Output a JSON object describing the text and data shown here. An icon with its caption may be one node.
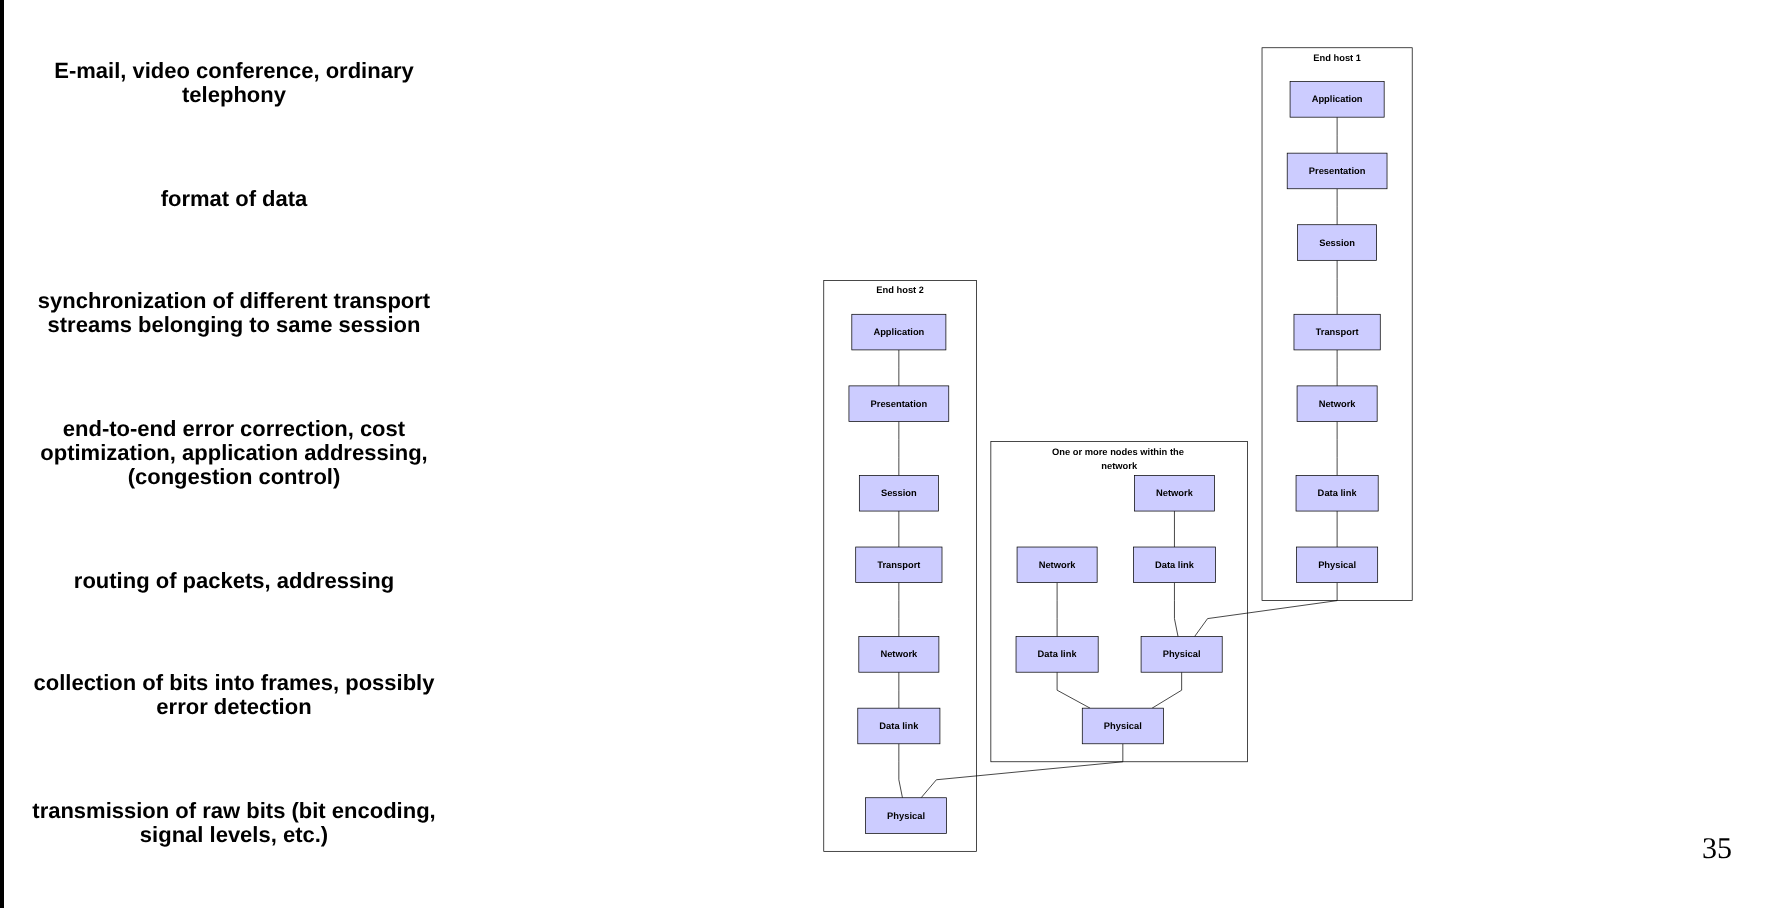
{
  "diagram": {
    "nodes": [
      {
        "text": [
          "End host 1"
        ]
      },
      {
        "text": [
          "Application"
        ],
        "in": 0
      },
      {
        "text": [
          "Presentation"
        ],
        "in": 0
      },
      {
        "text": [
          "Session"
        ],
        "in": 0
      },
      {
        "text": [
          "Transport"
        ],
        "in": 0
      },
      {
        "text": [
          "Network"
        ],
        "in": 0
      },
      {
        "text": [
          "Data link"
        ],
        "in": 0
      },
      {
        "text": [
          "Physical"
        ],
        "in": 0
      },
      {
        "text": [
          "One or more nodes within the network"
        ]
      },
      {
        "text": [
          "Network"
        ],
        "in": 8
      },
      {
        "text": [
          "Network"
        ],
        "in": 8
      },
      {
        "text": [
          "Data link"
        ],
        "in": 8
      },
      {
        "text": [
          "Data link"
        ],
        "in": 8
      },
      {
        "text": [
          "Physical"
        ],
        "in": 8
      },
      {
        "text": [
          "Physical"
        ],
        "in": 8
      },
      {
        "text": [
          "End host 2"
        ]
      },
      {
        "text": [
          "Application"
        ],
        "in": 15
      },
      {
        "text": [
          "Presentation"
        ],
        "in": 15
      },
      {
        "text": [
          "Session"
        ],
        "in": 15
      },
      {
        "text": [
          "Transport"
        ],
        "in": 15
      },
      {
        "text": [
          "Network"
        ],
        "in": 15
      },
      {
        "text": [
          "Data link"
        ],
        "in": 15
      },
      {
        "text": [
          "Physical"
        ],
        "in": 15
      }
    ],
    "edges": [
      {
        "from": 1,
        "to": 2,
        "arrow": "none"
      },
      {
        "from": 2,
        "to": 3,
        "arrow": "none"
      },
      {
        "from": 3,
        "to": 4,
        "arrow": "none"
      },
      {
        "from": 4,
        "to": 5,
        "arrow": "none"
      },
      {
        "from": 5,
        "to": 6,
        "arrow": "none"
      },
      {
        "from": 6,
        "to": 7,
        "arrow": "none"
      },
      {
        "from": 9,
        "to": 11,
        "arrow": "none"
      },
      {
        "from": 11,
        "to": 13,
        "arrow": "none"
      },
      {
        "from": 10,
        "to": 12,
        "arrow": "none"
      },
      {
        "from": 12,
        "to": 14,
        "arrow": "none"
      },
      {
        "from": 16,
        "to": 17,
        "arrow": "none"
      },
      {
        "from": 17,
        "to": 18,
        "arrow": "none"
      },
      {
        "from": 18,
        "to": 19,
        "arrow": "none"
      },
      {
        "from": 19,
        "to": 20,
        "arrow": "none"
      },
      {
        "from": 20,
        "to": 21,
        "arrow": "none"
      },
      {
        "from": 21,
        "to": 22,
        "arrow": "none"
      },
      {
        "from": 7,
        "to": 13,
        "arrow": "none"
      },
      {
        "from": 13,
        "to": 14,
        "arrow": "none"
      },
      {
        "from": 14,
        "to": 22,
        "arrow": "none"
      }
    ],
    "labels": [
      "E-mail, video conference, ordinary telephony",
      "format of data",
      "synchronization of different transport streams belonging to same session",
      "end-to-end error correction, cost optimization, application addressing, (congestion control)",
      "routing of packets, addressing",
      "collection of bits into frames, possibly error detection",
      "transmission of raw bits (bit encoding, signal levels, etc.)",
      "35"
    ]
  }
}
